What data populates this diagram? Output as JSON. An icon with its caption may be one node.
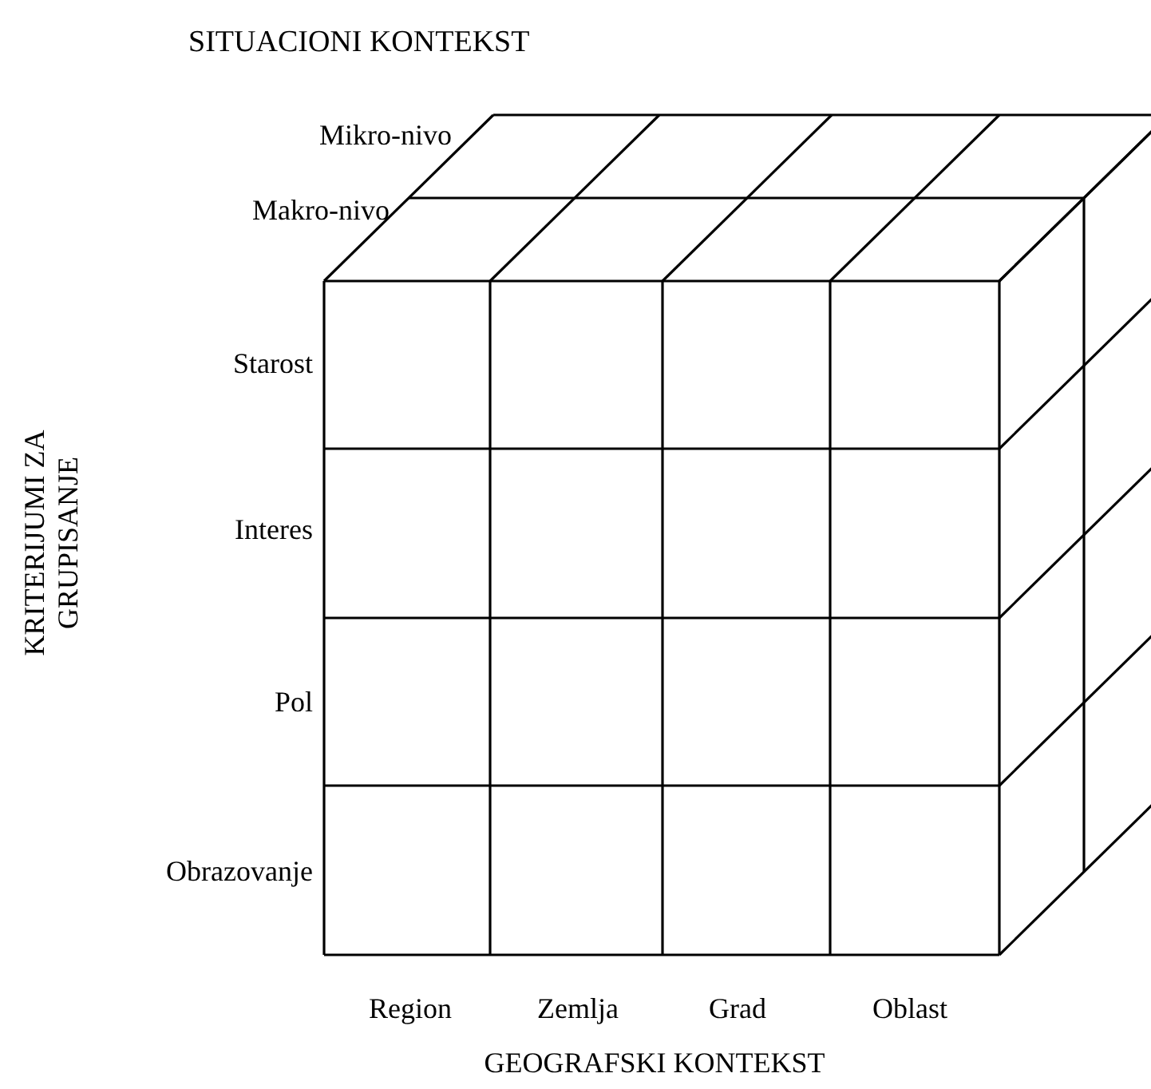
{
  "diagram": {
    "title": "SITUACIONI KONTEKST",
    "labels": [
      "Mikro-nivo",
      "Makro-nivo",
      "Starost",
      "Interes",
      "Pol",
      "Obrazovanje",
      "KRITERIJUMI ZA GRUPISANJE",
      "Region",
      "Zemlja",
      "Grad",
      "Oblast",
      "GEOGRAFSKI KONTEKST"
    ]
  }
}
